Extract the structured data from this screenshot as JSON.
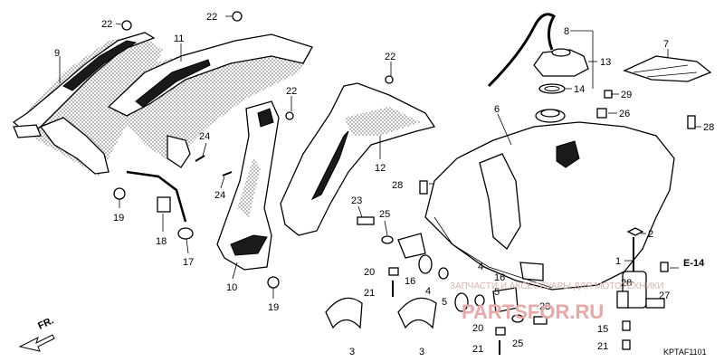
{
  "diagram": {
    "code": "KPTAF1101",
    "front_marker": "FR.",
    "ref_label": "E-14",
    "watermark_line": "ЗАПЧАСТИ И АКСЕССУАРЫ ДЛЯ МОТОТЕХНИКИ",
    "watermark_site": "PARTSFOR.RU"
  },
  "callouts": {
    "c1": "1",
    "c2": "2",
    "c3a": "3",
    "c3b": "3",
    "c4a": "4",
    "c4b": "4",
    "c5a": "5",
    "c5b": "5",
    "c6": "6",
    "c7": "7",
    "c8": "8",
    "c9": "9",
    "c10": "10",
    "c11": "11",
    "c12": "12",
    "c13": "13",
    "c14": "14",
    "c15": "15",
    "c16a": "16",
    "c16b": "16",
    "c17": "17",
    "c18": "18",
    "c19a": "19",
    "c19b": "19",
    "c20a": "20",
    "c20b": "20",
    "c21a": "21",
    "c21b": "21",
    "c21c": "21",
    "c22a": "22",
    "c22b": "22",
    "c22c": "22",
    "c22d": "22",
    "c23a": "23",
    "c23b": "23",
    "c24a": "24",
    "c24b": "24",
    "c25a": "25",
    "c25b": "25",
    "c26": "26",
    "c27": "27",
    "c28a": "28",
    "c28b": "28",
    "c28c": "28",
    "c29": "29"
  }
}
